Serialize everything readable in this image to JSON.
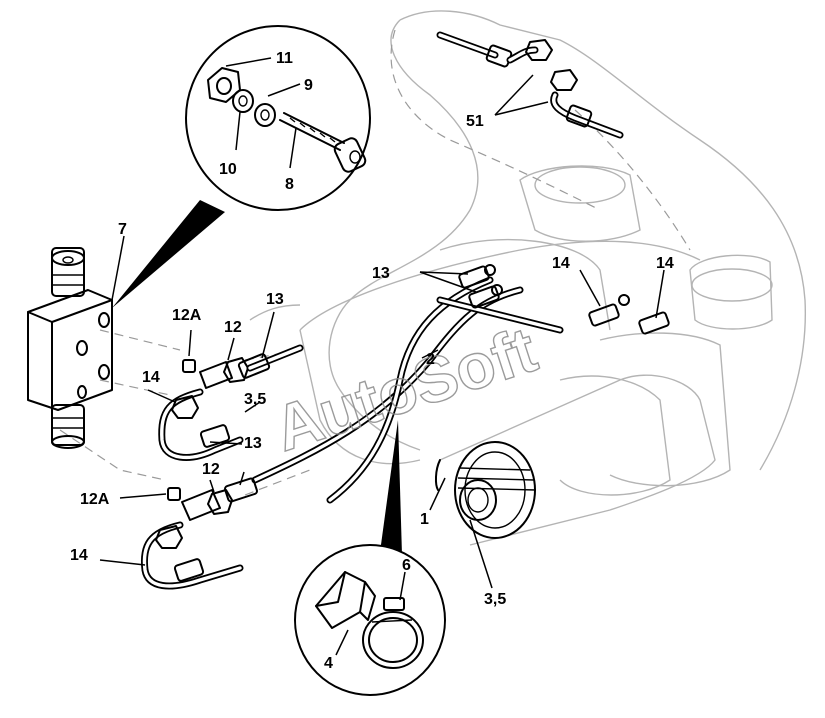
{
  "watermark": "AutoSoft",
  "callouts": {
    "c11": "11",
    "c9": "9",
    "c10": "10",
    "c8": "8",
    "c7": "7",
    "c51": "51",
    "c13a": "13",
    "c14a": "14",
    "c14b": "14",
    "c12a_top": "12A",
    "c12_top": "12",
    "c13_mid": "13",
    "c2": "2",
    "c14_left": "14",
    "c35_left": "3,5",
    "c13_low": "13",
    "c12_low": "12",
    "c12a_low": "12A",
    "c1": "1",
    "c6": "6",
    "c14_bottom": "14",
    "c35_right": "3,5",
    "c4": "4"
  }
}
